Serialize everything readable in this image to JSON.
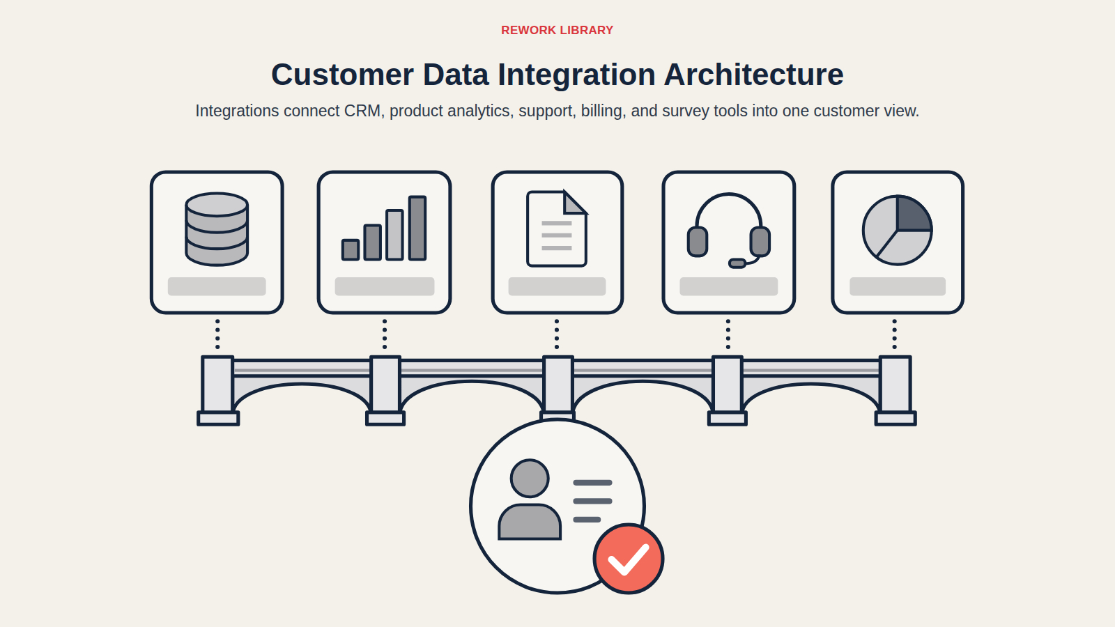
{
  "diagram": {
    "title": "Customer Data Integration Architecture",
    "caption": "Integrations connect CRM, product analytics, support, billing, and survey tools into one customer view.",
    "labels": [
      "REWORK LIBRARY"
    ]
  }
}
